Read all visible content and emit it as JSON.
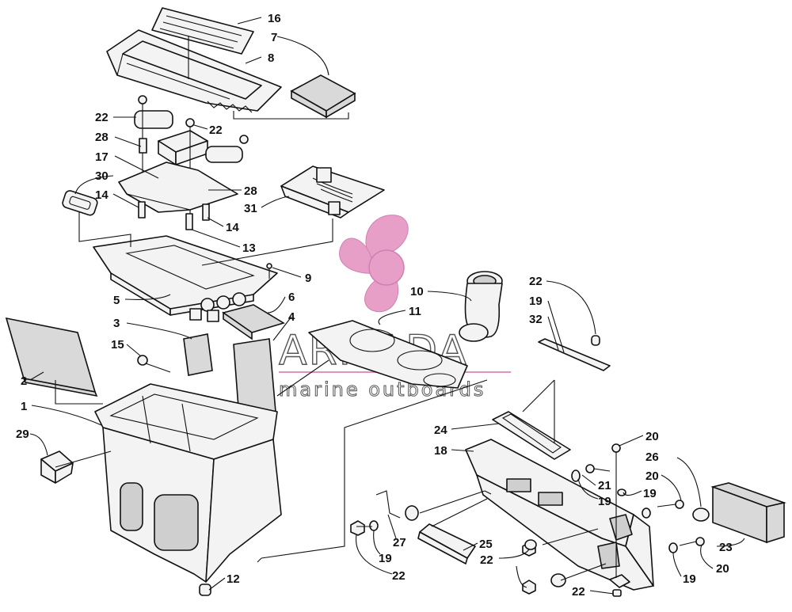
{
  "watermark": {
    "title": "ARMADA",
    "subtitle": "marine outboards",
    "logo_color": "#e38fbf",
    "logo_icon": "propeller-icon"
  },
  "colors": {
    "line": "#111111",
    "foam": "#d9d9d9",
    "part": "#f3f3f3"
  },
  "callouts": [
    {
      "id": "c16",
      "text": "16"
    },
    {
      "id": "c7",
      "text": "7"
    },
    {
      "id": "c8",
      "text": "8"
    },
    {
      "id": "c22a",
      "text": "22"
    },
    {
      "id": "c22b",
      "text": "22"
    },
    {
      "id": "c28a",
      "text": "28"
    },
    {
      "id": "c17",
      "text": "17"
    },
    {
      "id": "c30",
      "text": "30"
    },
    {
      "id": "c14a",
      "text": "14"
    },
    {
      "id": "c28b",
      "text": "28"
    },
    {
      "id": "c31",
      "text": "31"
    },
    {
      "id": "c14b",
      "text": "14"
    },
    {
      "id": "c13",
      "text": "13"
    },
    {
      "id": "c9",
      "text": "9"
    },
    {
      "id": "c5",
      "text": "5"
    },
    {
      "id": "c6",
      "text": "6"
    },
    {
      "id": "c10",
      "text": "10"
    },
    {
      "id": "c11",
      "text": "11"
    },
    {
      "id": "c22c",
      "text": "22"
    },
    {
      "id": "c19a",
      "text": "19"
    },
    {
      "id": "c32",
      "text": "32"
    },
    {
      "id": "c3",
      "text": "3"
    },
    {
      "id": "c4",
      "text": "4"
    },
    {
      "id": "c15",
      "text": "15"
    },
    {
      "id": "c2",
      "text": "2"
    },
    {
      "id": "c1",
      "text": "1"
    },
    {
      "id": "c29",
      "text": "29"
    },
    {
      "id": "c24",
      "text": "24"
    },
    {
      "id": "c18",
      "text": "18"
    },
    {
      "id": "c20a",
      "text": "20"
    },
    {
      "id": "c26",
      "text": "26"
    },
    {
      "id": "c21",
      "text": "21"
    },
    {
      "id": "c20b",
      "text": "20"
    },
    {
      "id": "c19b",
      "text": "19"
    },
    {
      "id": "c19c",
      "text": "19"
    },
    {
      "id": "c27",
      "text": "27"
    },
    {
      "id": "c19d",
      "text": "19"
    },
    {
      "id": "c22d",
      "text": "22"
    },
    {
      "id": "c25",
      "text": "25"
    },
    {
      "id": "c22e",
      "text": "22"
    },
    {
      "id": "c23",
      "text": "23"
    },
    {
      "id": "c20c",
      "text": "20"
    },
    {
      "id": "c19e",
      "text": "19"
    },
    {
      "id": "c22f",
      "text": "22"
    },
    {
      "id": "c12",
      "text": "12"
    }
  ]
}
